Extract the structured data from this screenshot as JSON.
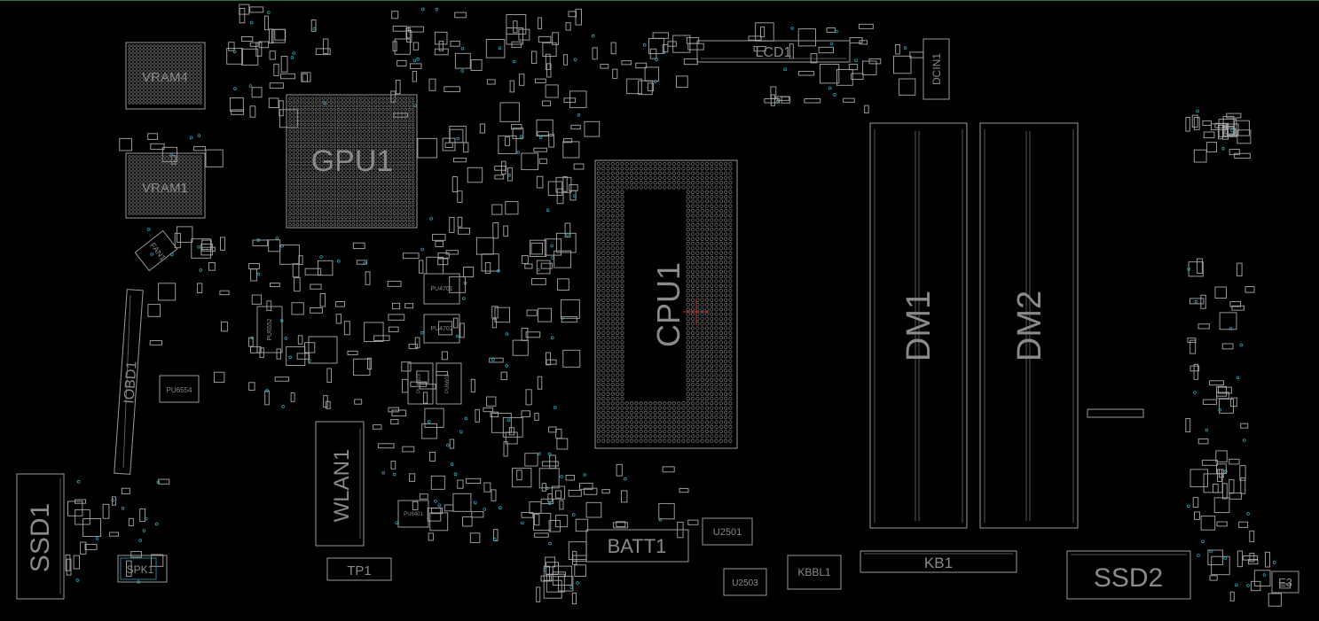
{
  "board": {
    "background": "#000000",
    "outline_color": "#9a9a9a",
    "label_color": "#8a8a8a",
    "via_color": "#2aa3b8",
    "top_edge_color": "#1e7a3a"
  },
  "components": {
    "vram4": "VRAM4",
    "vram1": "VRAM1",
    "gpu1": "GPU1",
    "fan1": "FAN1",
    "iobd1": "IOBD1",
    "pu6554": "PU6554",
    "pu6552": "PU6552",
    "pu4701": "PU4701",
    "pu4702": "PU4702",
    "pu6603": "PU6603",
    "pu6602": "PU6602",
    "pu6401": "PU6401",
    "wlan1": "WLAN1",
    "tp1": "TP1",
    "ssd1": "SSD1",
    "spk1": "SPK1",
    "cpu1": "CPU1",
    "batt1": "BATT1",
    "u2501": "U2501",
    "u2503": "U2503",
    "kbbl1": "KBBL1",
    "lcd1": "LCD1",
    "dcin1": "DCIN1",
    "dm1": "DM1",
    "dm2": "DM2",
    "kb1": "KB1",
    "ssd2": "SSD2",
    "e3": "E3"
  }
}
